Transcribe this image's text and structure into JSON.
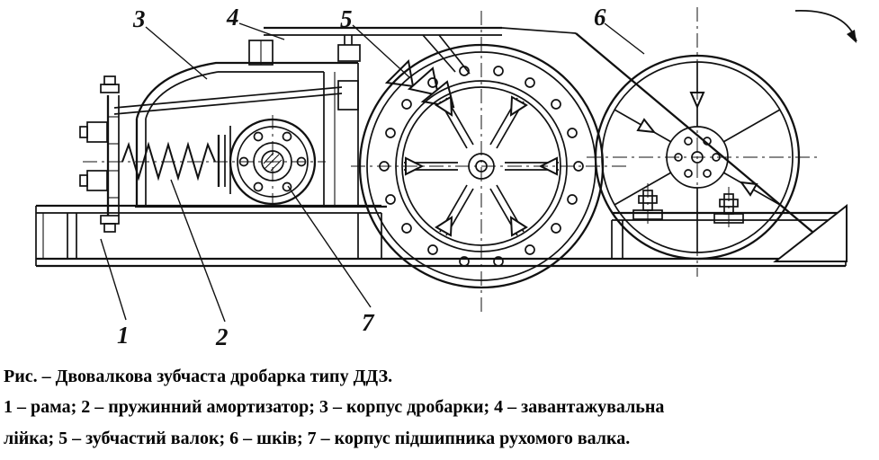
{
  "figure": {
    "background": "#ffffff",
    "line_color": "#111111"
  },
  "caption": {
    "line1": "Рис. – Двовалкова зубчаста дробарка типу ДДЗ.",
    "line2": "1 – рама; 2 – пружинний амортизатор; 3 – корпус дробарки; 4 – завантажувальна",
    "line3": "лійка; 5 – зубчастий валок; 6 – шків; 7 – корпус підшипника рухомого валка."
  },
  "legend": [
    {
      "number": "1",
      "name": "рама"
    },
    {
      "number": "2",
      "name": "пружинний амортизатор"
    },
    {
      "number": "3",
      "name": "корпус дробарки"
    },
    {
      "number": "4",
      "name": "завантажувальна лійка"
    },
    {
      "number": "5",
      "name": "зубчастий валок"
    },
    {
      "number": "6",
      "name": "шків"
    },
    {
      "number": "7",
      "name": "корпус підшипника рухомого валка"
    }
  ]
}
